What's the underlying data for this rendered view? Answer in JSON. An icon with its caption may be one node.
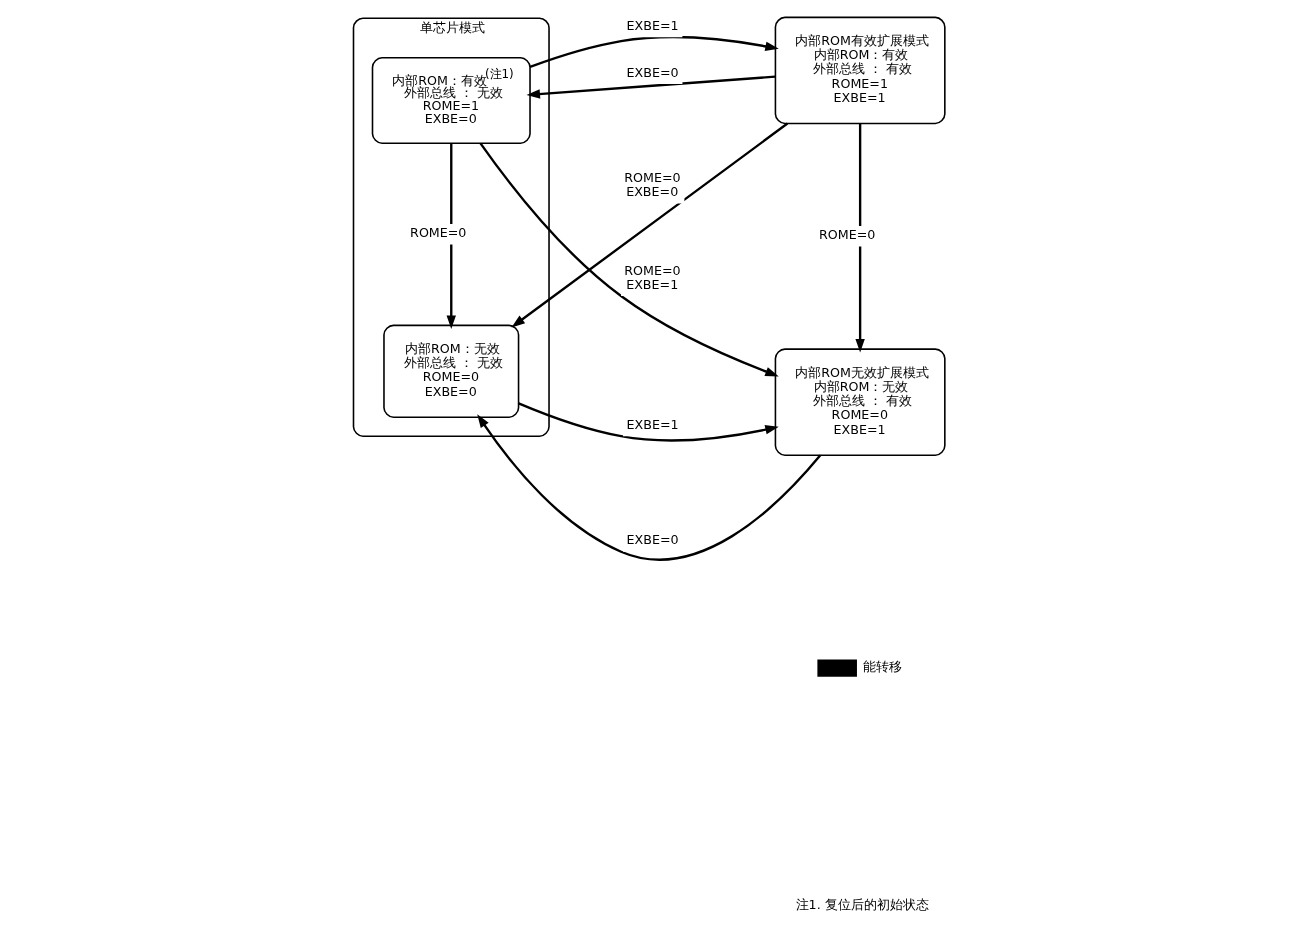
{
  "diagram": {
    "nodes": [
      {
        "text": [
          "单芯片模式"
        ]
      },
      {
        "text": [
          "内部ROM：有效$^{(注1)}$",
          "外部总线 ： 无效",
          "ROME=1 EXBE=0"
        ],
        "in": 0
      },
      {
        "text": [
          "内部ROM：无效",
          "外部总线 ： 无效",
          "ROME=0 EXBE=0"
        ],
        "in": 0
      },
      {
        "text": [
          "内部ROM有效扩展模式",
          "内部ROM：有效",
          "外部总线 ： 有效",
          "ROME=1 EXBE=1"
        ]
      },
      {
        "text": [
          "内部ROM无效扩展模式",
          "内部ROM：无效",
          "外部总线 ： 有效",
          "ROME=0 EXBE=1"
        ]
      }
    ],
    "edges": [
      {
        "from": 3,
        "to": 1,
        "arrow": "to",
        "label": "EXBE=0"
      },
      {
        "from": 1,
        "to": 3,
        "arrow": "to",
        "label": "EXBE=1"
      },
      {
        "from": 1,
        "to": 2,
        "arrow": "to",
        "label": "ROME=0"
      },
      {
        "from": 1,
        "to": 4,
        "arrow": "to",
        "label": "ROME=0 EXBE=1"
      },
      {
        "from": 3,
        "to": 2,
        "arrow": "to",
        "label": "ROME=0 EXBE=0"
      },
      {
        "from": 3,
        "to": 4,
        "arrow": "to",
        "label": "ROME=0"
      },
      {
        "from": 4,
        "to": 2,
        "arrow": "to",
        "label": "EXBE=0"
      },
      {
        "from": 2,
        "to": 4,
        "arrow": "to",
        "label": "EXBE=1"
      }
    ],
    "labels": [
      "注1. 复位后的初始状态"
    ],
    "legend": [
      {
        "text": "能转移"
      }
    ]
  }
}
